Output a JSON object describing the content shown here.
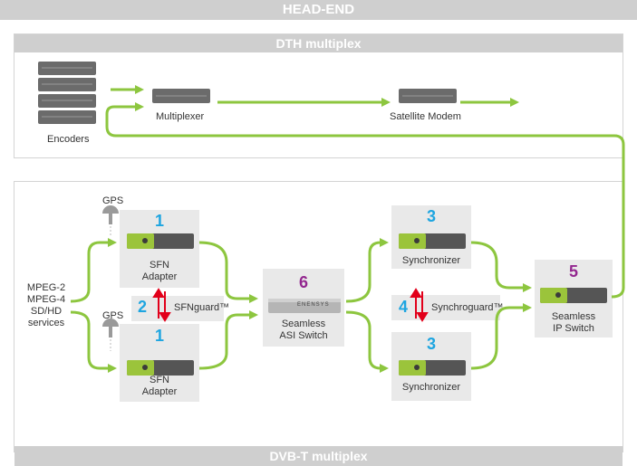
{
  "header": "HEAD-END",
  "dth": {
    "title": "DTH multiplex",
    "encoders_label": "Encoders",
    "multiplexer_label": "Multiplexer",
    "satellite_modem_label": "Satellite Modem"
  },
  "dvbt": {
    "title": "DVB-T multiplex",
    "input_services": [
      "MPEG-2",
      "MPEG-4",
      "SD/HD",
      "services"
    ],
    "gps_label": "GPS",
    "sfn_adapter": {
      "number": "1",
      "line1": "SFN",
      "line2": "Adapter"
    },
    "sfnguard": {
      "number": "2",
      "label": "SFNguard™"
    },
    "switch_asi": {
      "number": "6",
      "line1": "Seamless",
      "line2": "ASI Switch",
      "brand": "ENENSYS"
    },
    "synchronizer": {
      "number": "3",
      "label": "Synchronizer"
    },
    "synchroguard": {
      "number": "4",
      "label": "Synchroguard™"
    },
    "switch_ip": {
      "number": "5",
      "line1": "Seamless",
      "line2": "IP Switch"
    }
  },
  "colors": {
    "green": "#8dc63f",
    "red": "#e2001a",
    "blue": "#1ea5e0",
    "purple": "#93278f",
    "gray_band": "#cfcfcf",
    "box_bg": "#e9e9e9"
  }
}
